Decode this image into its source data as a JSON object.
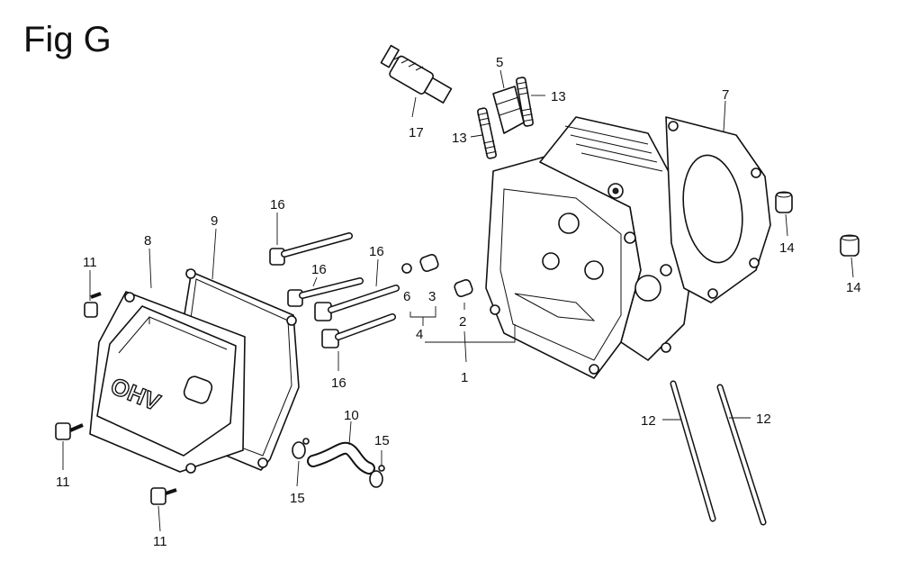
{
  "figure": {
    "title": "Fig G"
  },
  "callouts": [
    "1",
    "2",
    "3",
    "4",
    "5",
    "6",
    "7",
    "8",
    "9",
    "10",
    "11",
    "12",
    "13",
    "14",
    "15",
    "16",
    "17"
  ],
  "labels": {
    "c1": "1",
    "c2": "2",
    "c3": "3",
    "c4": "4",
    "c5": "5",
    "c6": "6",
    "c7": "7",
    "c8": "8",
    "c9": "9",
    "c10": "10",
    "c11a": "11",
    "c11b": "11",
    "c11c": "11",
    "c12a": "12",
    "c12b": "12",
    "c13a": "13",
    "c13b": "13",
    "c14a": "14",
    "c14b": "14",
    "c15a": "15",
    "c15b": "15",
    "c16a": "16",
    "c16b": "16",
    "c16c": "16",
    "c16d": "16",
    "c17": "17"
  },
  "cover_lettering": "OHV"
}
